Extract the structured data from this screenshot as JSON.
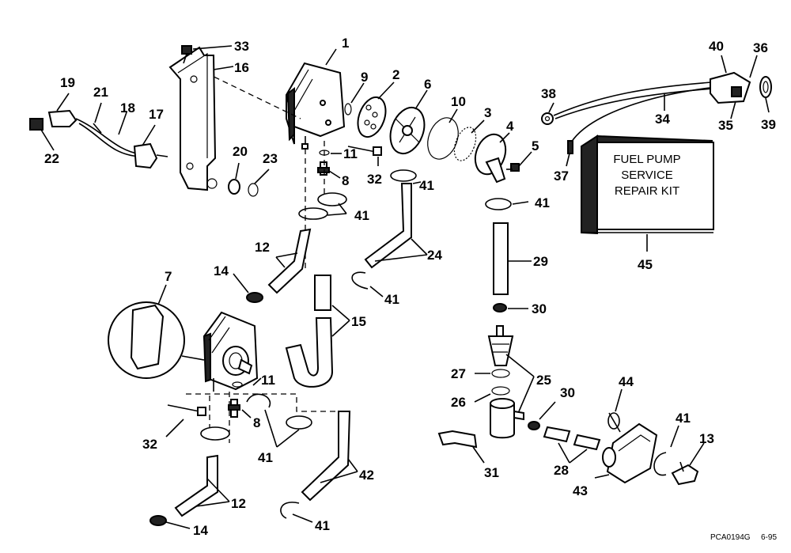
{
  "labels": {
    "l1": "1",
    "l2": "2",
    "l3": "3",
    "l4": "4",
    "l5": "5",
    "l6": "6",
    "l7": "7",
    "l8a": "8",
    "l8b": "8",
    "l9": "9",
    "l10": "10",
    "l11a": "11",
    "l11b": "11",
    "l12a": "12",
    "l12b": "12",
    "l13": "13",
    "l14a": "14",
    "l14b": "14",
    "l15": "15",
    "l16": "16",
    "l17": "17",
    "l18": "18",
    "l19": "19",
    "l20": "20",
    "l21": "21",
    "l22": "22",
    "l23": "23",
    "l24": "24",
    "l25": "25",
    "l26": "26",
    "l27": "27",
    "l28": "28",
    "l29": "29",
    "l30a": "30",
    "l30b": "30",
    "l31": "31",
    "l32a": "32",
    "l32b": "32",
    "l33": "33",
    "l34": "34",
    "l35": "35",
    "l36": "36",
    "l37": "37",
    "l38": "38",
    "l39": "39",
    "l40": "40",
    "l41a": "41",
    "l41b": "41",
    "l41c": "41",
    "l41d": "41",
    "l41e": "41",
    "l41f": "41",
    "l41g": "41",
    "l42": "42",
    "l43": "43",
    "l44": "44",
    "l45": "45"
  },
  "kit_box": {
    "line1": "FUEL PUMP",
    "line2": "SERVICE",
    "line3": "REPAIR KIT"
  },
  "footer": {
    "code": "PCA0194G",
    "date": "6-95"
  }
}
